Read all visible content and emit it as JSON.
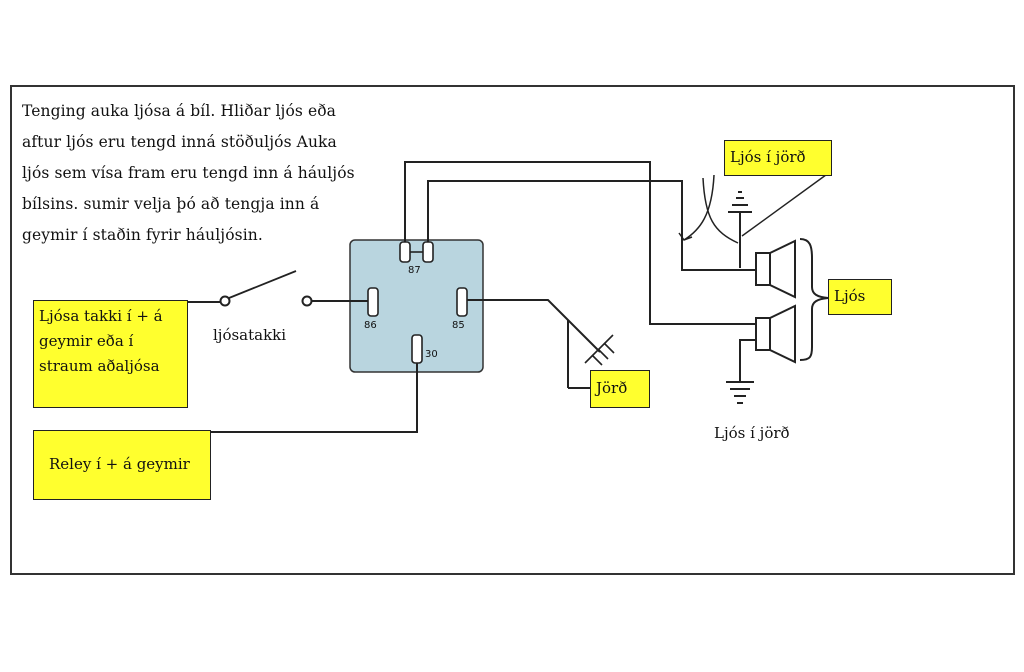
{
  "intro": {
    "text": "Tenging auka ljósa á bíl. Hliðar ljós eða\naftur ljós eru tengd inná stöðuljós Auka\nljós sem vísa fram eru tengd inn á háuljós\nbílsins. sumir velja þó að tengja inn á\ngeymir í staðin fyrir háuljósin."
  },
  "labels": {
    "switch_supply": "Ljósa takki í + á\ngeymir eða í\nstraum aðaljósa",
    "switch": "ljósatakki",
    "relay_supply": "Reley í + á geymir",
    "ground": "Jörð",
    "lamp_ground_top": "Ljós í jörð",
    "lamp_ground_bottom": "Ljós í jörð",
    "lamps": "Ljós"
  },
  "relay": {
    "pins": [
      "87",
      "86",
      "85",
      "30"
    ]
  },
  "colors": {
    "label_fill": "#ffff2e",
    "relay_fill": "#b9d5df",
    "wire": "#222222"
  },
  "icons": [
    "ground-symbol-icon",
    "lamp-icon",
    "switch-icon",
    "relay-icon"
  ]
}
